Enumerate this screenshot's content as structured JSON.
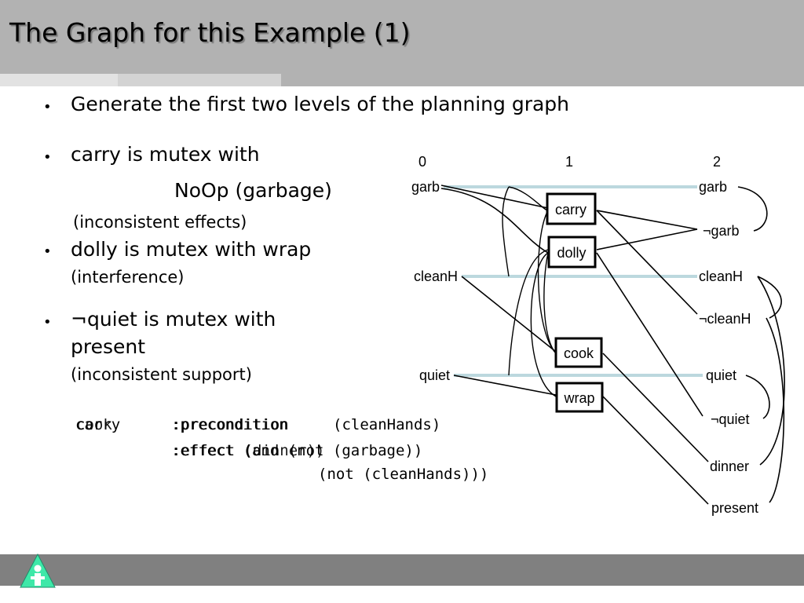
{
  "slide": {
    "title": "The Graph for this Example (1)"
  },
  "bullets": {
    "b1": "Generate the first two levels of the planning graph",
    "b2_main": "carry is mutex with",
    "b2_sub": "NoOp (garbage)",
    "b2_note": "(inconsistent effects)",
    "b3_main": "dolly is mutex with wrap",
    "b3_note": "(interference)",
    "b4_main_line1": "¬quiet is mutex with",
    "b4_main_line2": "present",
    "b4_note": "(inconsistent support)",
    "marker": "•"
  },
  "code": {
    "layer1": {
      "name": "carry",
      "precondition_kw": ":precondition",
      "precondition_val": "(cleanHands)",
      "effect_kw": ":effect (and (not (garbage))",
      "effect_cont": "(not (cleanHands)))"
    },
    "layer2": {
      "name": "cook",
      "precondition_kw": ":precondition",
      "effect_kw": ":effect (dinner))"
    }
  },
  "diagram": {
    "levels": [
      "0",
      "1",
      "2"
    ],
    "level0": [
      "garb",
      "cleanH",
      "quiet"
    ],
    "actions": [
      "carry",
      "dolly",
      "cook",
      "wrap"
    ],
    "level2": [
      "garb",
      "¬garb",
      "cleanH",
      "¬cleanH",
      "quiet",
      "¬quiet",
      "dinner",
      "present"
    ],
    "noop_color": "#bcd8de",
    "line_color": "#000000"
  },
  "footer": {
    "icon": "home-icon",
    "icon_color": "#3ee8a8"
  }
}
